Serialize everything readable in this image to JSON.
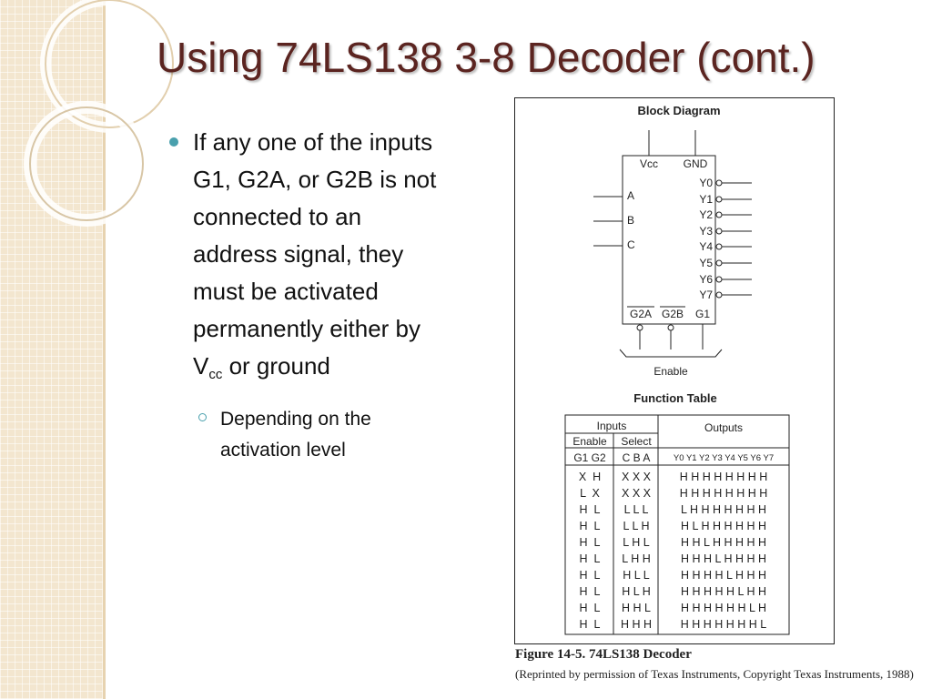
{
  "slide": {
    "title": "Using 74LS138 3-8 Decoder (cont.)",
    "colors": {
      "title": "#5b2420",
      "bullet": "#49a0ad",
      "band": "#f3e6cf"
    }
  },
  "bullets": {
    "main_text": "If any one of the inputs G1, G2A, or G2B is not connected to an address signal, they must be activated permanently either by V",
    "main_sub": "cc",
    "main_tail": " or ground",
    "sub_text": "Depending on the activation level"
  },
  "figure": {
    "block_title": "Block Diagram",
    "vcc": "Vcc",
    "gnd": "GND",
    "inputs": [
      "A",
      "B",
      "C"
    ],
    "outputs": [
      "Y0",
      "Y1",
      "Y2",
      "Y3",
      "Y4",
      "Y5",
      "Y6",
      "Y7"
    ],
    "enables": [
      "G2A",
      "G2B",
      "G1"
    ],
    "enable_label": "Enable",
    "table_title": "Function Table",
    "table": {
      "hdr_inputs": "Inputs",
      "hdr_outputs": "Outputs",
      "hdr_enable": "Enable",
      "hdr_select": "Select",
      "col_enable": "G1 G2",
      "col_select": "C B A",
      "col_outputs": "Y0 Y1 Y2 Y3 Y4 Y5 Y6 Y7",
      "rows": [
        {
          "en": "X  H",
          "sel": "X X X",
          "out": "H H H H H H H H"
        },
        {
          "en": "L  X",
          "sel": "X X X",
          "out": "H H H H H H H H"
        },
        {
          "en": "H  L",
          "sel": "L L L",
          "out": "L H H H H H H H"
        },
        {
          "en": "H  L",
          "sel": "L L H",
          "out": "H L H H H H H H"
        },
        {
          "en": "H  L",
          "sel": "L H L",
          "out": "H H L H H H H H"
        },
        {
          "en": "H  L",
          "sel": "L H H",
          "out": "H H H L H H H H"
        },
        {
          "en": "H  L",
          "sel": "H L L",
          "out": "H H H H L H H H"
        },
        {
          "en": "H  L",
          "sel": "H L H",
          "out": "H H H H H L H H"
        },
        {
          "en": "H  L",
          "sel": "H H L",
          "out": "H H H H H H L H"
        },
        {
          "en": "H  L",
          "sel": "H H H",
          "out": "H H H H H H H L"
        }
      ]
    }
  },
  "caption": {
    "main": "Figure 14-5. 74LS138 Decoder",
    "sub": "(Reprinted by permission of Texas Instruments, Copyright Texas Instruments, 1988)"
  }
}
